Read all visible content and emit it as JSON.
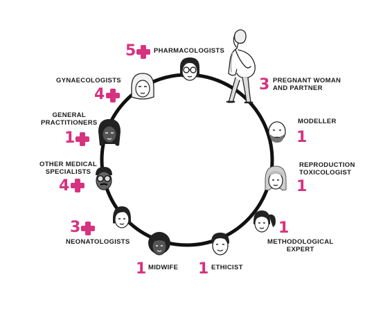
{
  "colors": {
    "accent": "#d6337f",
    "ring": "#111111",
    "ink": "#1a1a1a"
  },
  "stakeholders": [
    {
      "id": "pharmacologists",
      "label": "PHARMACOLOGISTS",
      "count": "5",
      "plus": true,
      "icon": "face-glasses-woman-icon"
    },
    {
      "id": "pregnant",
      "label_lines": [
        "PREGNANT WOMAN",
        "AND PARTNER"
      ],
      "count": "3",
      "plus": false,
      "icon": "pregnant-woman-figure-icon"
    },
    {
      "id": "modeller",
      "label": "MODELLER",
      "count": "1",
      "plus": false,
      "icon": "face-bald-bearded-man-icon"
    },
    {
      "id": "toxicologist",
      "label_lines": [
        "REPRODUCTION",
        "TOXICOLOGIST"
      ],
      "count": "1",
      "plus": false,
      "icon": "face-grey-hair-woman-icon"
    },
    {
      "id": "methodological",
      "label_lines": [
        "METHODOLOGICAL",
        "EXPERT"
      ],
      "count": "1",
      "plus": false,
      "icon": "face-ponytail-woman-icon"
    },
    {
      "id": "ethicist",
      "label": "ETHICIST",
      "count": "1",
      "plus": false,
      "icon": "face-dark-hair-man-icon"
    },
    {
      "id": "midwife",
      "label": "MIDWIFE",
      "count": "1",
      "plus": false,
      "icon": "face-curly-hair-woman-icon"
    },
    {
      "id": "neonatologists",
      "label": "NEONATOLOGISTS",
      "count": "3",
      "plus": true,
      "icon": "face-short-hair-woman-icon"
    },
    {
      "id": "other",
      "label_lines": [
        "OTHER MEDICAL",
        "SPECIALISTS"
      ],
      "count": "4",
      "plus": true,
      "icon": "face-glasses-moustache-man-icon"
    },
    {
      "id": "gp",
      "label_lines": [
        "GENERAL",
        "PRACTITIONERS"
      ],
      "count": "1",
      "plus": true,
      "icon": "face-braids-woman-icon"
    },
    {
      "id": "gynaecologists",
      "label": "GYNAECOLOGISTS",
      "count": "4",
      "plus": true,
      "icon": "face-headscarf-woman-icon"
    }
  ]
}
